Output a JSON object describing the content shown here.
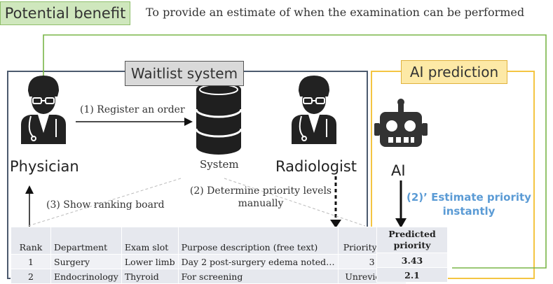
{
  "benefit": {
    "label": "Potential benefit",
    "text": "To provide an estimate of when the examination can be performed"
  },
  "waitlist": {
    "label": "Waitlist system",
    "actors": {
      "physician": "Physician",
      "system": "System",
      "radiologist": "Radiologist"
    },
    "steps": {
      "register": "(1) Register an order",
      "show_ranking": "(3) Show ranking board",
      "determine_line1": "(2) Determine priority levels",
      "determine_line2": "manually"
    },
    "table": {
      "headers": [
        "Rank",
        "Department",
        "Exam slot",
        "Purpose description (free text)",
        "Priority level"
      ],
      "rows": [
        [
          "1",
          "Surgery",
          "Lower limb",
          "Day 2 post-surgery edema noted…",
          "3"
        ],
        [
          "2",
          "Endocrinology",
          "Thyroid",
          "For screening",
          "Unreviewed"
        ]
      ]
    }
  },
  "ai": {
    "label": "AI prediction",
    "actor": "AI",
    "step_line1": "(2)’ Estimate priority",
    "step_line2": "instantly",
    "table": {
      "header_line1": "Predicted",
      "header_line2": "priority",
      "values": [
        "3.43",
        "2.1"
      ]
    }
  },
  "colors": {
    "benefit_fill": "#cfe7bd",
    "benefit_line": "#7ab648",
    "waitlist_frame": "#4c5a6e",
    "ai_frame": "#f4c542",
    "ai_step_text": "#5b9bd5"
  }
}
